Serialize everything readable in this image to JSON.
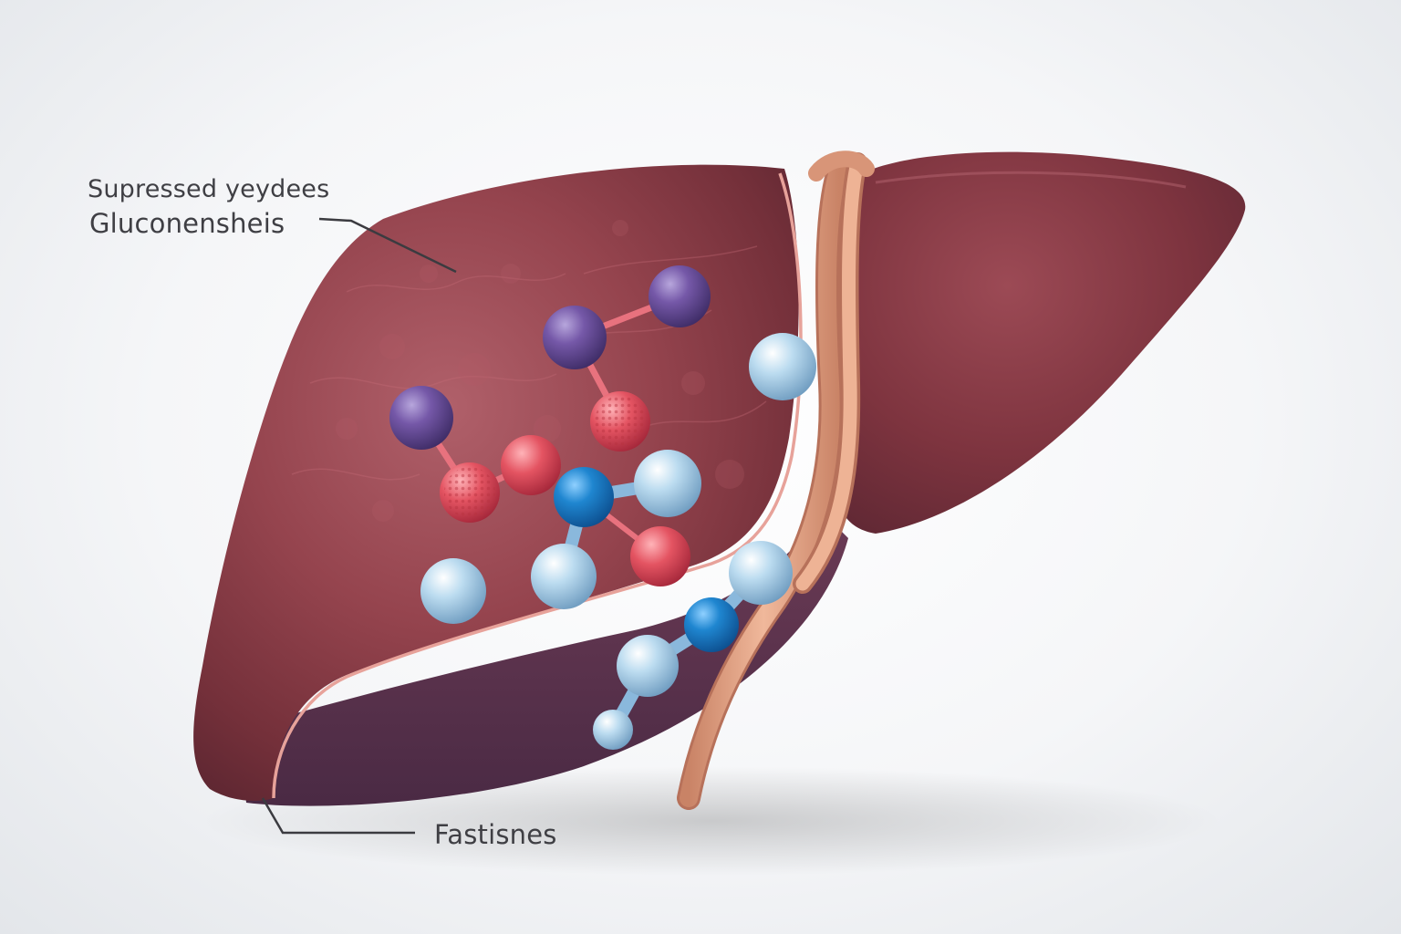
{
  "labels": {
    "top_line_1": "Supressed yeydees",
    "top_line_2": "Gluconensheis",
    "bottom": "Fastisnes"
  },
  "colors": {
    "liver_dark": "#7a2f37",
    "liver_light": "#a5525a",
    "duct": "#e3a587",
    "sphere_purple": "#6b4f9a",
    "sphere_red": "#e0505e",
    "sphere_pale_blue": "#a9cfe6",
    "sphere_bright_blue": "#1f82c9",
    "label_text": "#3f3f44"
  },
  "icons": [
    "liver-illustration",
    "molecule-icon"
  ]
}
